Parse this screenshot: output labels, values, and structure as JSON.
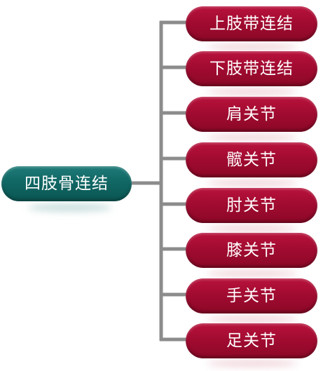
{
  "colors": {
    "root_fill": "#106764",
    "child_fill": "#a20b31",
    "connector": "#8c8c8c",
    "label": "#ffffff"
  },
  "root": {
    "label": "四肢骨连结"
  },
  "children": [
    {
      "label": "上肢带连结"
    },
    {
      "label": "下肢带连结"
    },
    {
      "label": "肩关节"
    },
    {
      "label": "髋关节"
    },
    {
      "label": "肘关节"
    },
    {
      "label": "膝关节"
    },
    {
      "label": "手关节"
    },
    {
      "label": "足关节"
    }
  ]
}
